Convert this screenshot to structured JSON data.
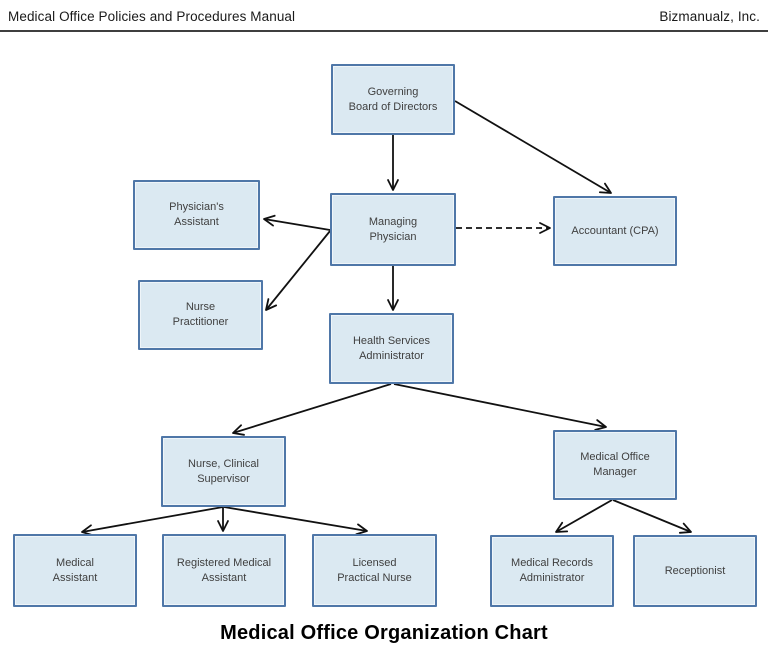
{
  "header": {
    "left_title": "Medical Office Policies and Procedures Manual",
    "right_company": "Bizmanualz, Inc."
  },
  "caption": "Medical Office Organization Chart",
  "colors": {
    "node_fill": "#dbe9f2",
    "node_border": "#4f77a8",
    "connector": "#111111",
    "header_rule": "#3f3f3f",
    "node_text": "#3f3f3f"
  },
  "nodes": [
    {
      "id": "governing-board",
      "label": "Governing\nBoard of Directors"
    },
    {
      "id": "physicians-assistant",
      "label": "Physician's\nAssistant"
    },
    {
      "id": "managing-physician",
      "label": "Managing\nPhysician"
    },
    {
      "id": "accountant-cpa",
      "label": "Accountant (CPA)"
    },
    {
      "id": "nurse-practitioner",
      "label": "Nurse\nPractitioner"
    },
    {
      "id": "health-services-administrator",
      "label": "Health Services\nAdministrator"
    },
    {
      "id": "nurse-clinical-supervisor",
      "label": "Nurse, Clinical\nSupervisor"
    },
    {
      "id": "medical-office-manager",
      "label": "Medical Office\nManager"
    },
    {
      "id": "medical-assistant",
      "label": "Medical\nAssistant"
    },
    {
      "id": "registered-medical-assistant",
      "label": "Registered Medical\nAssistant"
    },
    {
      "id": "licensed-practical-nurse",
      "label": "Licensed\nPractical Nurse"
    },
    {
      "id": "medical-records-administrator",
      "label": "Medical Records\nAdministrator"
    },
    {
      "id": "receptionist",
      "label": "Receptionist"
    }
  ],
  "edges": [
    {
      "from": "governing-board",
      "to": "managing-physician",
      "style": "solid"
    },
    {
      "from": "governing-board",
      "to": "accountant-cpa",
      "style": "solid"
    },
    {
      "from": "managing-physician",
      "to": "physicians-assistant",
      "style": "solid"
    },
    {
      "from": "managing-physician",
      "to": "nurse-practitioner",
      "style": "solid"
    },
    {
      "from": "managing-physician",
      "to": "accountant-cpa",
      "style": "dashed"
    },
    {
      "from": "managing-physician",
      "to": "health-services-administrator",
      "style": "solid"
    },
    {
      "from": "health-services-administrator",
      "to": "nurse-clinical-supervisor",
      "style": "solid"
    },
    {
      "from": "health-services-administrator",
      "to": "medical-office-manager",
      "style": "solid"
    },
    {
      "from": "nurse-clinical-supervisor",
      "to": "medical-assistant",
      "style": "solid"
    },
    {
      "from": "nurse-clinical-supervisor",
      "to": "registered-medical-assistant",
      "style": "solid"
    },
    {
      "from": "nurse-clinical-supervisor",
      "to": "licensed-practical-nurse",
      "style": "solid"
    },
    {
      "from": "medical-office-manager",
      "to": "medical-records-administrator",
      "style": "solid"
    },
    {
      "from": "medical-office-manager",
      "to": "receptionist",
      "style": "solid"
    }
  ]
}
